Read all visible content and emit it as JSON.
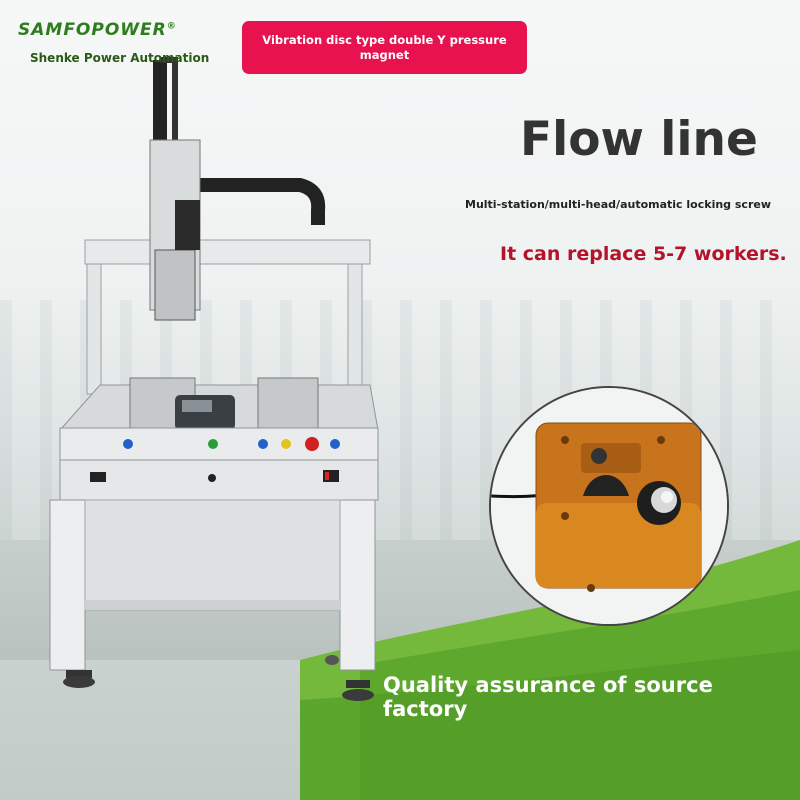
{
  "brand": {
    "logo": "SAMFOPOWER",
    "registered_mark": "®",
    "company": "Shenke Power Automation"
  },
  "badge": {
    "text": "Vibration disc type double Y pressure magnet"
  },
  "headline": "Flow line",
  "subheadline": "Multi-station/multi-head/automatic locking screw",
  "claim": "It can replace 5-7 workers.",
  "footer": "Quality assurance of source factory",
  "colors": {
    "brand_green": "#2e7d1c",
    "badge_pink": "#e8124e",
    "claim_red": "#b5132a",
    "accent_green": "#5fa82e"
  },
  "icons": [
    "emergency-stop-icon",
    "indicator-light-icon"
  ]
}
